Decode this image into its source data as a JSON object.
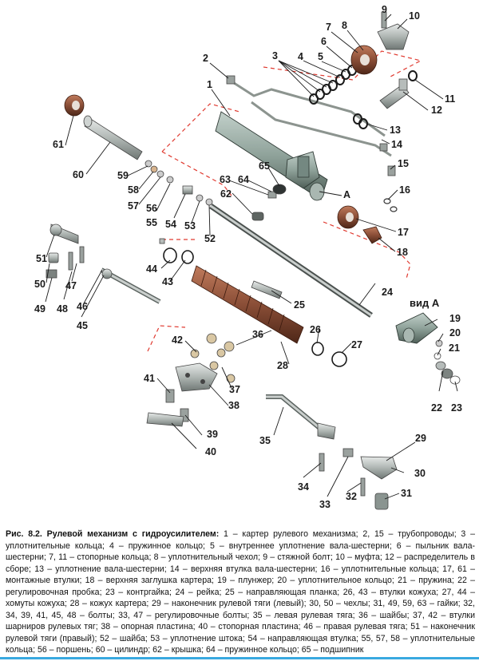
{
  "figure": {
    "caption_title": "Рис. 8.2. Рулевой механизм с гидроусилителем:",
    "caption_body": " 1 – картер рулевого механизма; 2, 15 – трубопроводы; 3 – уплотнительные кольца; 4 – пружинное кольцо; 5 – внутреннее уплотнение вала-шестерни; 6 – пыльник вала-шестерни; 7, 11 – стопорные кольца; 8 – уплотнительный чехол; 9 – стяжной болт; 10 – муфта; 12 – распределитель в сборе; 13 – уплотнение вала-шестерни; 14 – верхняя втулка вала-шестерни; 16 – уплотнительные кольца; 17, 61 – монтажные втулки; 18 – верхняя заглушка картера; 19 – плунжер; 20 – уплотнительное кольцо; 21 – пружина; 22 – регулировочная пробка; 23 – контргайка; 24 – рейка; 25 – направляющая планка; 26, 43 – втулки кожуха; 27, 44 – хомуты кожуха; 28 – кожух картера; 29 – наконечник рулевой тяги (левый); 30, 50 – чехлы; 31, 49, 59, 63 – гайки; 32, 34, 39, 41, 45, 48 – болты; 33, 47 – регулировочные болты; 35 – левая рулевая тяга; 36 – шайбы; 37, 42 – втулки шарниров рулевых тяг; 38 – опорная пластина; 40 – стопорная пластина; 46 – правая рулевая тяга; 51 – наконечник рулевой тяги (правый); 52 – шайба; 53 – уплотнение штока; 54 – направляющая втулка; 55, 57, 58 – уплотнительные кольца; 56 – поршень; 60 – цилиндр; 62 – крышка; 64 – пружинное кольцо; 65 – подшипник"
  },
  "labels": {
    "vid_a": "вид А",
    "a_mark": "А"
  },
  "part_numbers": [
    "1",
    "2",
    "3",
    "4",
    "5",
    "6",
    "7",
    "8",
    "9",
    "10",
    "11",
    "12",
    "13",
    "14",
    "15",
    "16",
    "17",
    "18",
    "19",
    "20",
    "21",
    "22",
    "23",
    "24",
    "25",
    "26",
    "27",
    "28",
    "29",
    "30",
    "31",
    "32",
    "33",
    "34",
    "35",
    "36",
    "37",
    "38",
    "39",
    "40",
    "41",
    "42",
    "43",
    "44",
    "45",
    "46",
    "47",
    "48",
    "49",
    "50",
    "51",
    "52",
    "53",
    "54",
    "55",
    "56",
    "57",
    "58",
    "59",
    "60",
    "61",
    "62",
    "63",
    "64",
    "65"
  ],
  "colors": {
    "housing": "#8fa29a",
    "housing_dark": "#4f5f58",
    "boot": "#8a4e37",
    "metal": "#b3b9b6",
    "dashed": "#e03a30",
    "rule": "#39a9e0"
  }
}
